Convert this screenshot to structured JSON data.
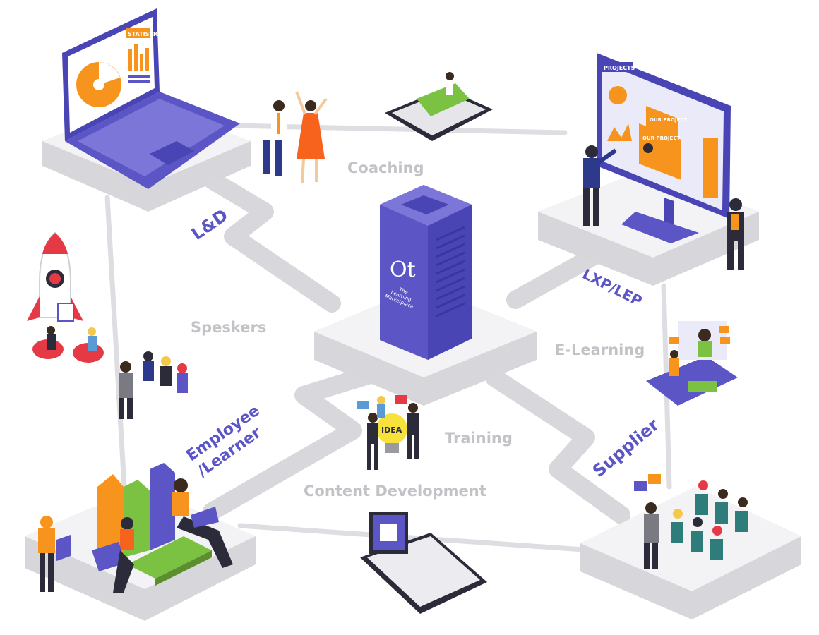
{
  "labels": {
    "coaching": "Coaching",
    "speakers": "Speskers",
    "e_learning": "E-Learning",
    "training": "Training",
    "content_development": "Content Development",
    "l_and_d": "L&D",
    "lxp_lep": "LXP/LEP",
    "supplier": "Supplier",
    "employee_line1": "Employee",
    "employee_line2": "/Learner"
  },
  "laptop_screen": {
    "title": "STATISTICS"
  },
  "monitor_screen": {
    "title": "PROJECTS",
    "card1": "OUR PROJECT",
    "card2": "OUR PROJECT"
  },
  "server": {
    "logo": "Ot",
    "tagline_line1": "The",
    "tagline_line2": "Learning",
    "tagline_line3": "Marketplace"
  },
  "idea_bulb": {
    "text": "IDEA"
  },
  "colors": {
    "brand_purple": "#5b55c6",
    "platform_top": "#f3f3f5",
    "platform_side": "#d6d6db",
    "road": "#d8d8dc",
    "label_gray": "#c3c3c7",
    "orange": "#f7941d"
  }
}
